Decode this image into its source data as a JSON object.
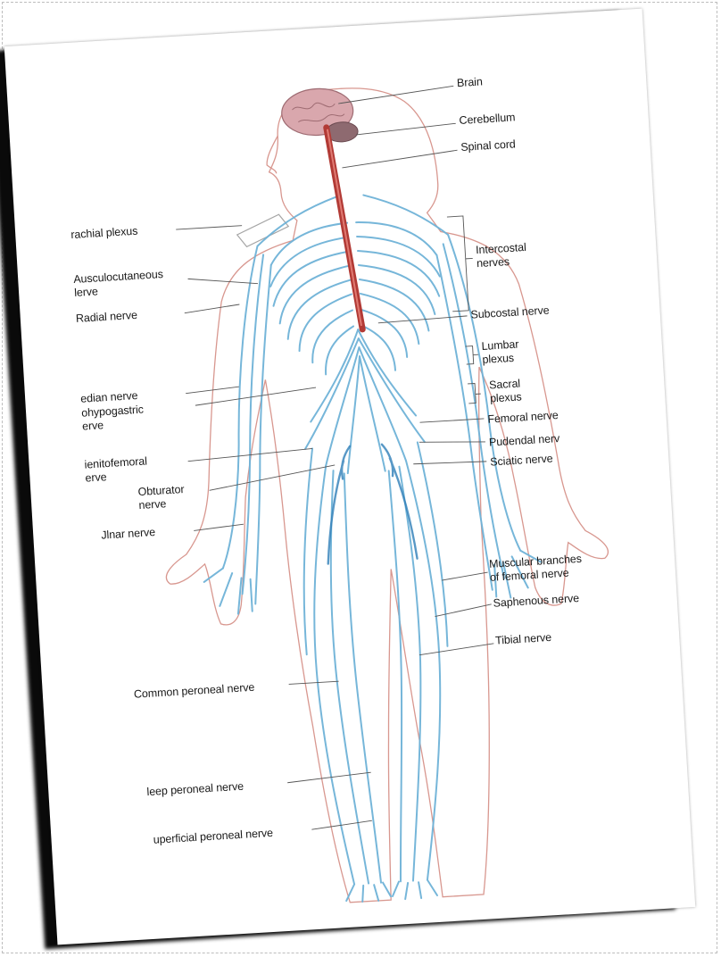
{
  "labels": {
    "brain": "Brain",
    "cerebellum": "Cerebellum",
    "spinal_cord": "Spinal cord",
    "brachial_plexus": "rachial plexus",
    "intercostal_1": "Intercostal",
    "intercostal_2": "nerves",
    "musculocutaneous_1": "Ausculocutaneous",
    "musculocutaneous_2": "lerve",
    "radial": "Radial nerve",
    "subcostal": "Subcostal nerve",
    "lumbar_1": "Lumbar",
    "lumbar_2": "plexus",
    "median": "edian nerve",
    "iliohypogastric_1": "ohypogastric",
    "iliohypogastric_2": "erve",
    "sacral_1": "Sacral",
    "sacral_2": "plexus",
    "femoral": "Femoral nerve",
    "genitofemoral_1": "ienitofemoral",
    "genitofemoral_2": "erve",
    "pudendal": "Pudendal nerv",
    "obturator_1": "Obturator",
    "obturator_2": "nerve",
    "sciatic": "Sciatic nerve",
    "ulnar": "Jlnar nerve",
    "muscular_branches_1": "Muscular branches",
    "muscular_branches_2": "of femoral nerve",
    "saphenous": "Saphenous nerve",
    "tibial": "Tibial nerve",
    "common_peroneal": "Common peroneal nerve",
    "deep_peroneal": "leep peroneal nerve",
    "superficial_peroneal": "uperficial peroneal nerve"
  },
  "colors": {
    "nerve": "#6fb3d8",
    "nerve_dark": "#2f7fb8",
    "spinal_cord": "#b23a35",
    "brain": "#d9a7ad",
    "outline": "#d8978f",
    "shadow": "#0a0a0a"
  }
}
